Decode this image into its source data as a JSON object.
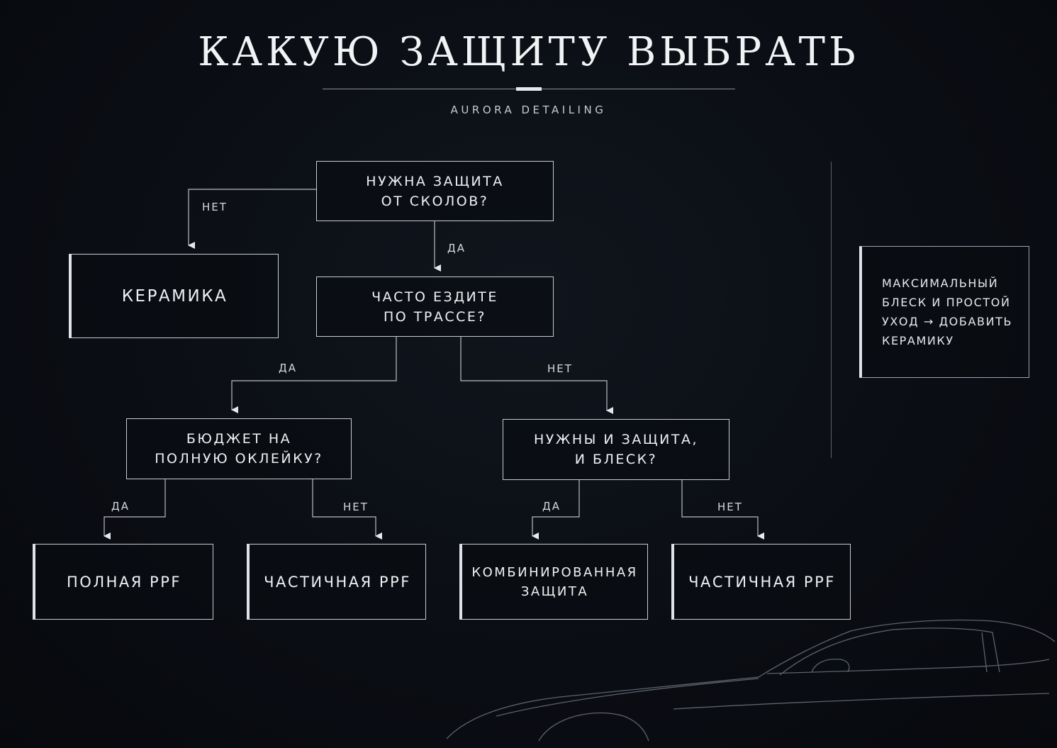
{
  "header": {
    "title": "КАКУЮ ЗАЩИТУ ВЫБРАТЬ",
    "subtitle": "AURORA DETAILING"
  },
  "nodes": {
    "q_chips": "НУЖНА ЗАЩИТА\nОТ СКОЛОВ?",
    "ceramic": "КЕРАМИКА",
    "q_highway": "ЧАСТО ЕЗДИТЕ\nПО ТРАССЕ?",
    "q_budget": "БЮДЖЕТ НА\nПОЛНУЮ ОКЛЕЙКУ?",
    "q_both": "НУЖНЫ И ЗАЩИТА,\nИ БЛЕСК?",
    "full_ppf": "ПОЛНАЯ PPF",
    "partial_ppf_1": "ЧАСТИЧНАЯ PPF",
    "combined": "КОМБИНИРОВАННАЯ\nЗАЩИТА",
    "partial_ppf_2": "ЧАСТИЧНАЯ PPF"
  },
  "edges": {
    "chips_no": "НЕТ",
    "chips_yes": "ДА",
    "highway_yes": "ДА",
    "highway_no": "НЕТ",
    "budget_yes": "ДА",
    "budget_no": "НЕТ",
    "both_yes": "ДА",
    "both_no": "НЕТ"
  },
  "side_note": "МАКСИМАЛЬНЫЙ\nБЛЕСК И ПРОСТОЙ\nУХОД → ДОБАВИТЬ\nКЕРАМИКУ",
  "colors": {
    "background": "#0a0d13",
    "line": "#c9ccd1",
    "text": "#eef0f3"
  }
}
